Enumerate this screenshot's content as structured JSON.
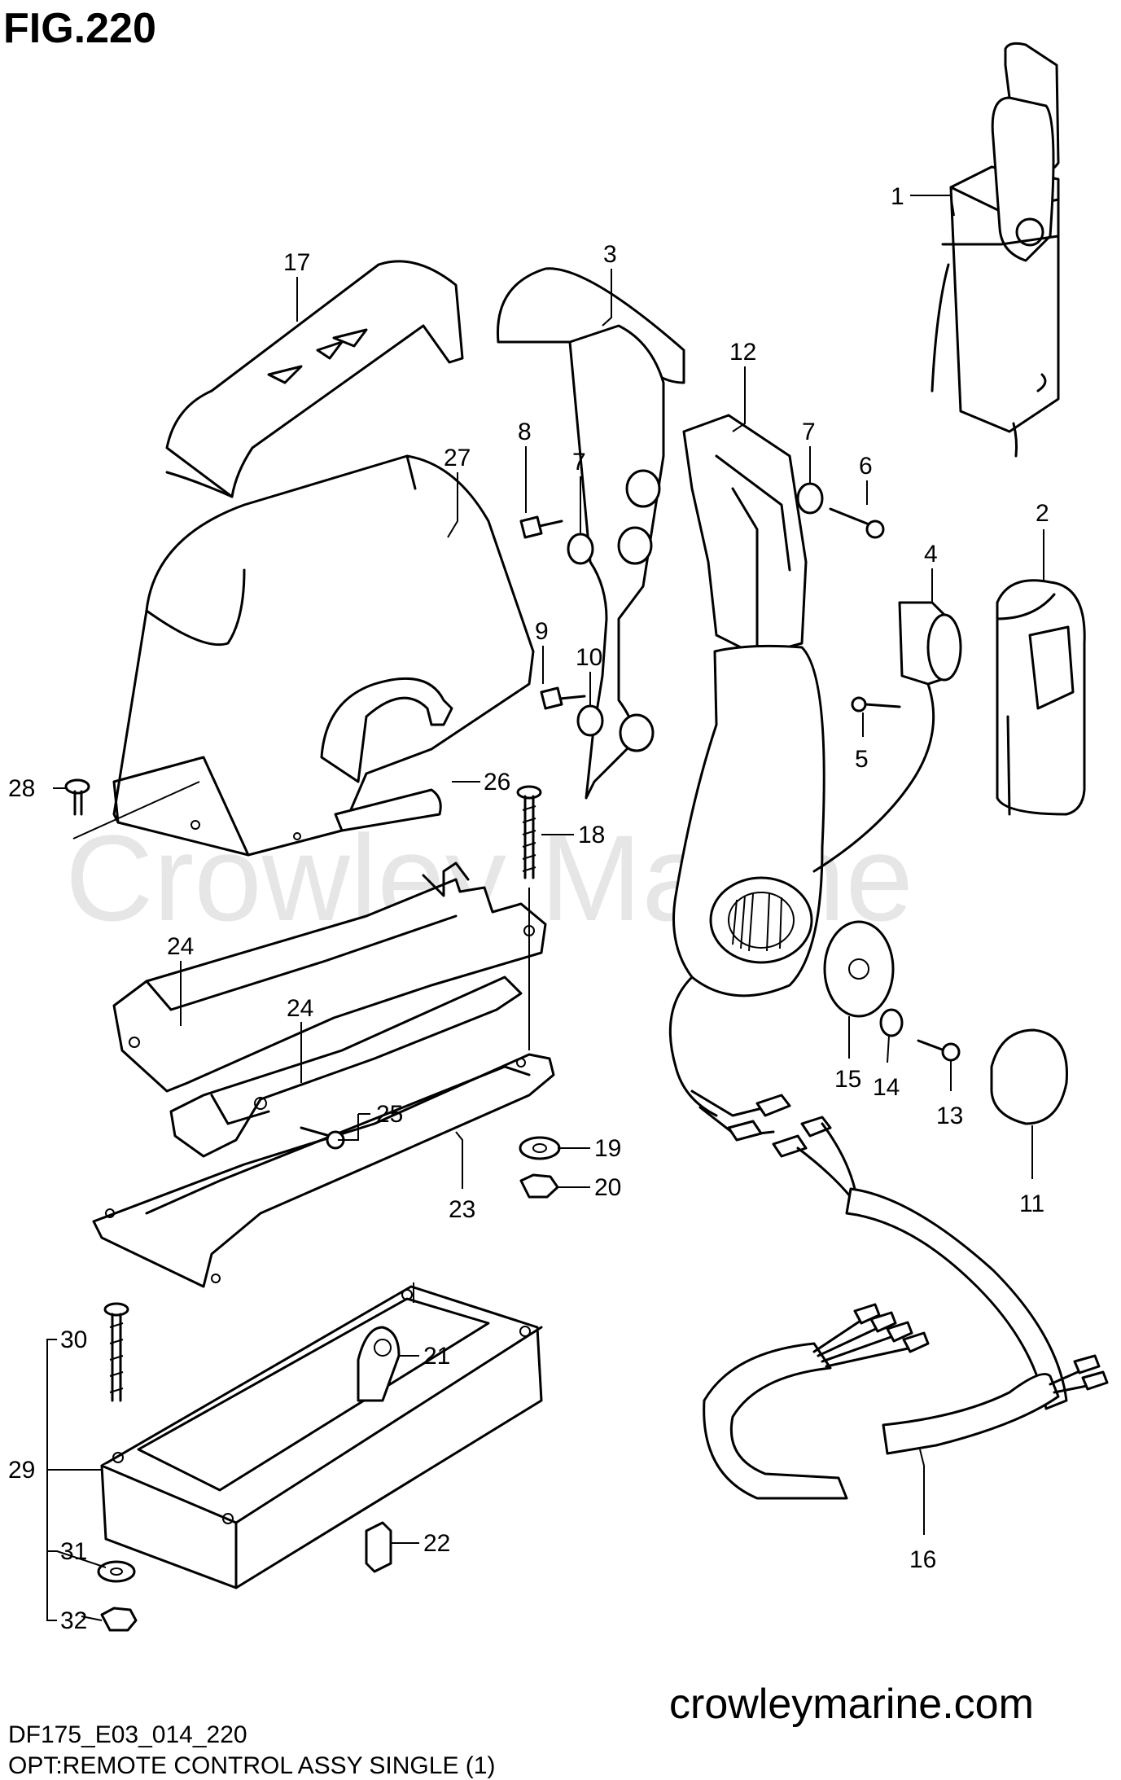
{
  "figure_title": "FIG.220",
  "watermark": "Crowley Marine",
  "footer": {
    "code": "DF175_E03_014_220",
    "caption": "OPT:REMOTE CONTROL ASSY SINGLE (1)",
    "site": "crowleymarine.com"
  },
  "callouts": {
    "c1": "1",
    "c2": "2",
    "c3": "3",
    "c4": "4",
    "c5": "5",
    "c6": "6",
    "c7a": "7",
    "c7b": "7",
    "c8": "8",
    "c9": "9",
    "c10": "10",
    "c11": "11",
    "c12": "12",
    "c13": "13",
    "c14": "14",
    "c15": "15",
    "c16": "16",
    "c17": "17",
    "c18": "18",
    "c19": "19",
    "c20": "20",
    "c21": "21",
    "c22": "22",
    "c23": "23",
    "c24a": "24",
    "c24b": "24",
    "c25": "25",
    "c26": "26",
    "c27": "27",
    "c28": "28",
    "c29": "29",
    "c30": "30",
    "c31": "31",
    "c32": "32"
  }
}
